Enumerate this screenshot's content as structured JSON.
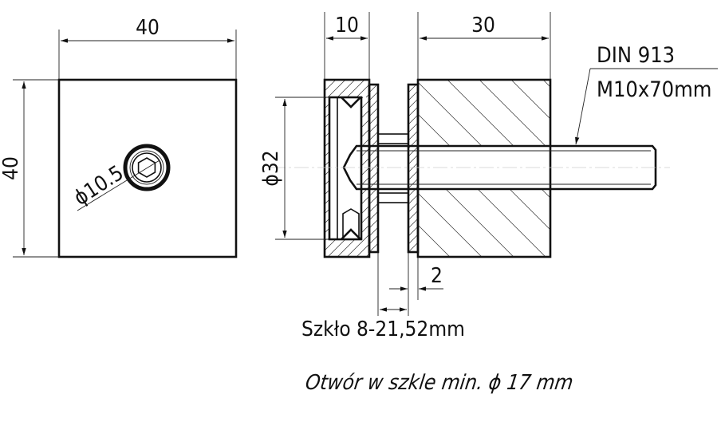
{
  "front_view": {
    "width_dim": "40",
    "height_dim": "40",
    "hole_dim": "ϕ10.5"
  },
  "side_view": {
    "plate_dim": "10",
    "block_dim": "30",
    "diameter_dim": "ϕ32",
    "gap_dim": "2",
    "bolt_spec_line1": "DIN 913",
    "bolt_spec_line2": "M10x70mm"
  },
  "notes": {
    "glass_range": "Szkło 8-21,52mm",
    "hole_note": "Otwór w szkle min. ϕ 17 mm"
  }
}
